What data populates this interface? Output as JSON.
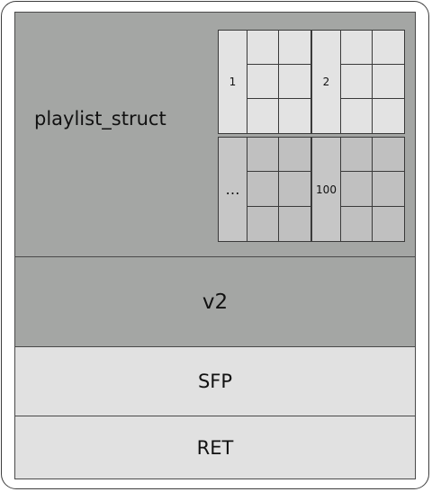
{
  "layers": {
    "playlist_label": "playlist_struct",
    "v2_label": "v2",
    "sfp_label": "SFP",
    "ret_label": "RET"
  },
  "playlist_grid": {
    "entries": [
      "1",
      "2",
      "…",
      "100"
    ]
  },
  "colors": {
    "dark_layer": "#a4a6a4",
    "light_layer": "#e1e1e1",
    "entry_light": "#e3e3e3",
    "entry_dark": "#c0c0c0",
    "border": "#3a3a3a"
  }
}
